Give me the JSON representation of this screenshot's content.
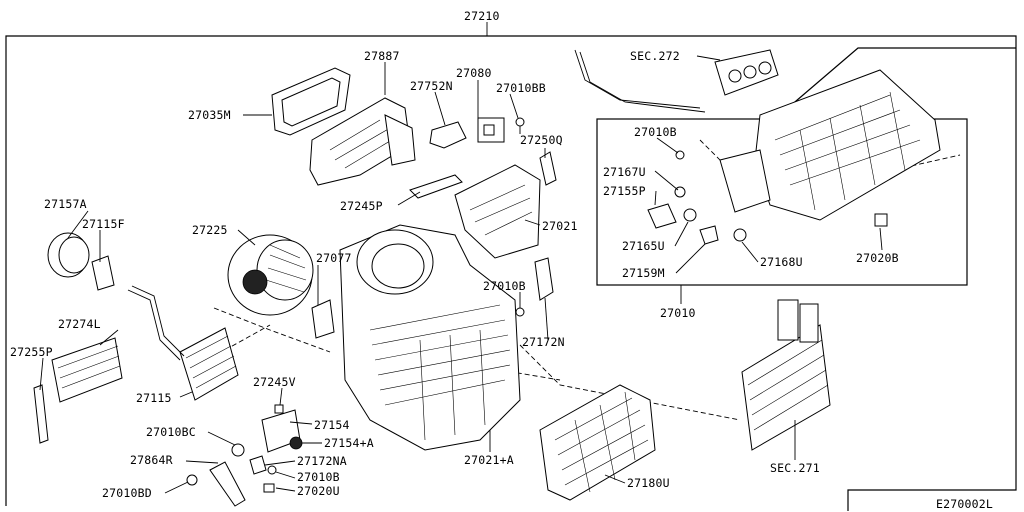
{
  "diagram_id": "E270002L",
  "assembly_label": "27210",
  "labels": {
    "p27887": "27887",
    "p27035M": "27035M",
    "p27752N": "27752N",
    "p27080": "27080",
    "p27010BB": "27010BB",
    "p27250Q": "27250Q",
    "p27245P": "27245P",
    "p27021": "27021",
    "p27157A": "27157A",
    "p27115F": "27115F",
    "p27225": "27225",
    "p27077": "27077",
    "p27010B_mid": "27010B",
    "p27172N": "27172N",
    "p27274L": "27274L",
    "p27255P": "27255P",
    "p27115": "27115",
    "p27245V": "27245V",
    "p27154": "27154",
    "p27154A": "27154+A",
    "p27010BC": "27010BC",
    "p27864R": "27864R",
    "p27172NA": "27172NA",
    "p27010B_low": "27010B",
    "p27010BD": "27010BD",
    "p27020U": "27020U",
    "p27021A": "27021+A",
    "p27180U": "27180U",
    "sec272": "SEC.272",
    "p27010B_sub": "27010B",
    "p27167U": "27167U",
    "p27155P": "27155P",
    "p27165U": "27165U",
    "p27159M": "27159M",
    "p27168U": "27168U",
    "p27020B": "27020B",
    "subassembly": "27010",
    "sec271": "SEC.271"
  }
}
